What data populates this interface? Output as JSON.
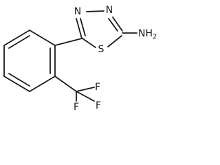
{
  "atoms": {
    "n3": "N",
    "n4": "N",
    "s1": "S",
    "amine": "NH",
    "amine_sub": "2",
    "f_top": "F",
    "f_right": "F",
    "f_bottom": "F"
  }
}
